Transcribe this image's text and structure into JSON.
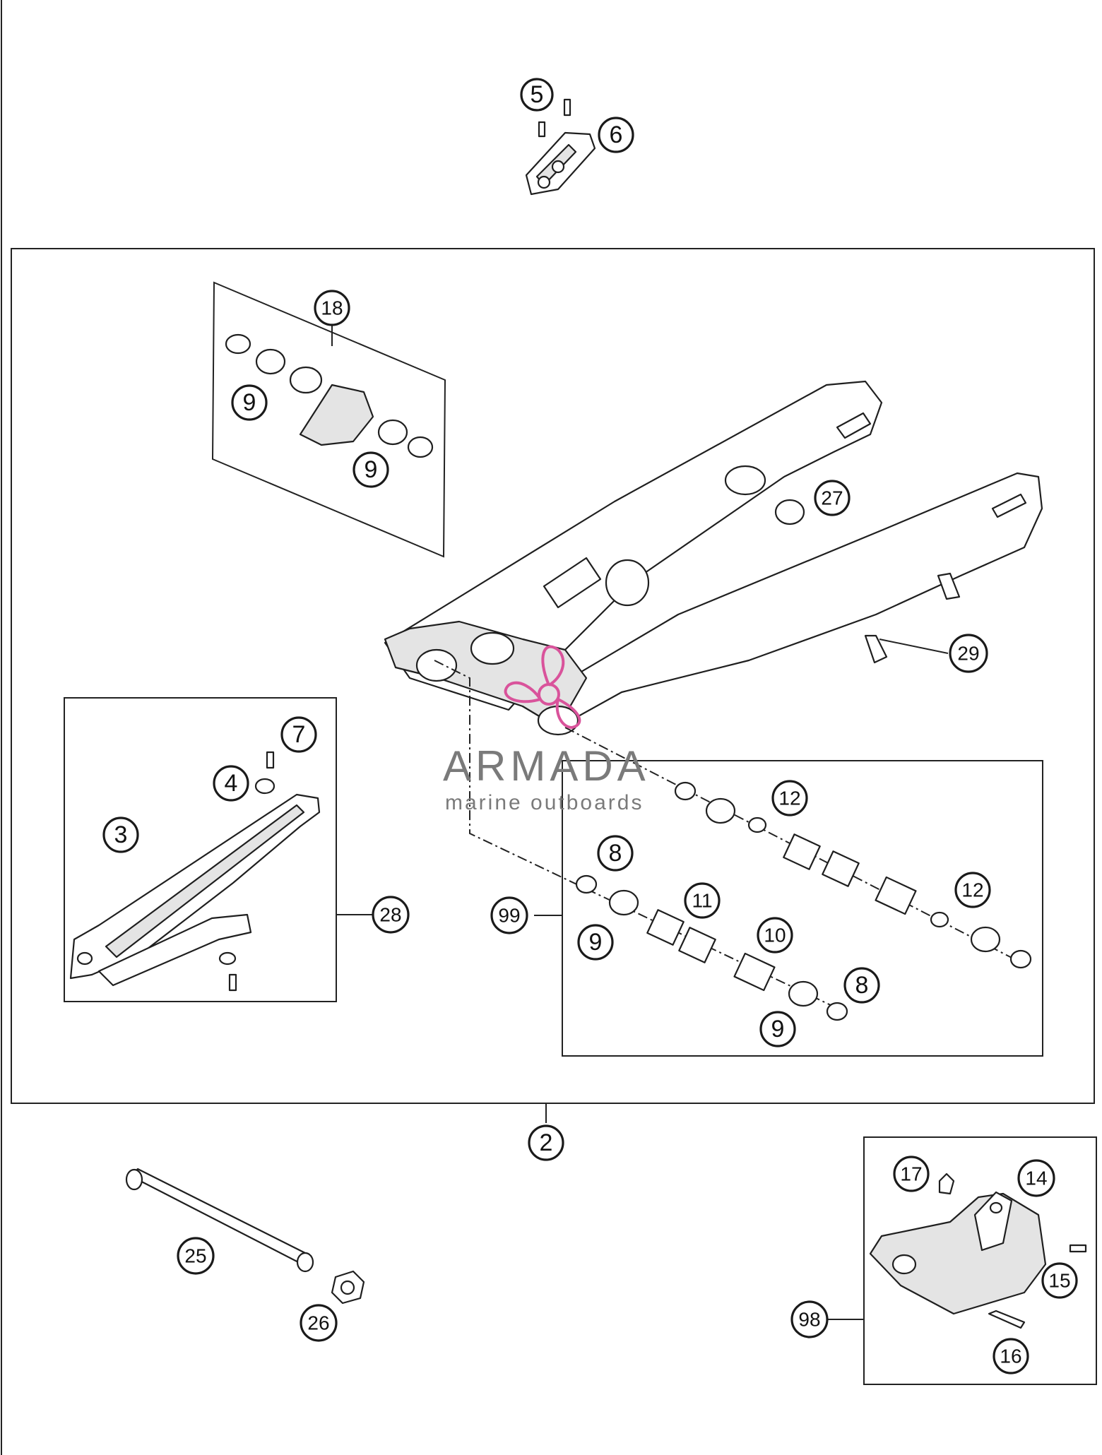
{
  "watermark": {
    "name": "ARMADA",
    "tagline": "marine outboards",
    "accent_color": "#d9539b"
  },
  "callouts": {
    "c2": "2",
    "c3": "3",
    "c4": "4",
    "c5": "5",
    "c6": "6",
    "c7": "7",
    "c8a": "8",
    "c8b": "8",
    "c9a": "9",
    "c9b": "9",
    "c9c": "9",
    "c9d": "9",
    "c10": "10",
    "c11": "11",
    "c12a": "12",
    "c12b": "12",
    "c14": "14",
    "c15": "15",
    "c16": "16",
    "c17": "17",
    "c18": "18",
    "c25": "25",
    "c26": "26",
    "c27": "27",
    "c28": "28",
    "c29": "29",
    "c98": "98",
    "c99": "99"
  }
}
